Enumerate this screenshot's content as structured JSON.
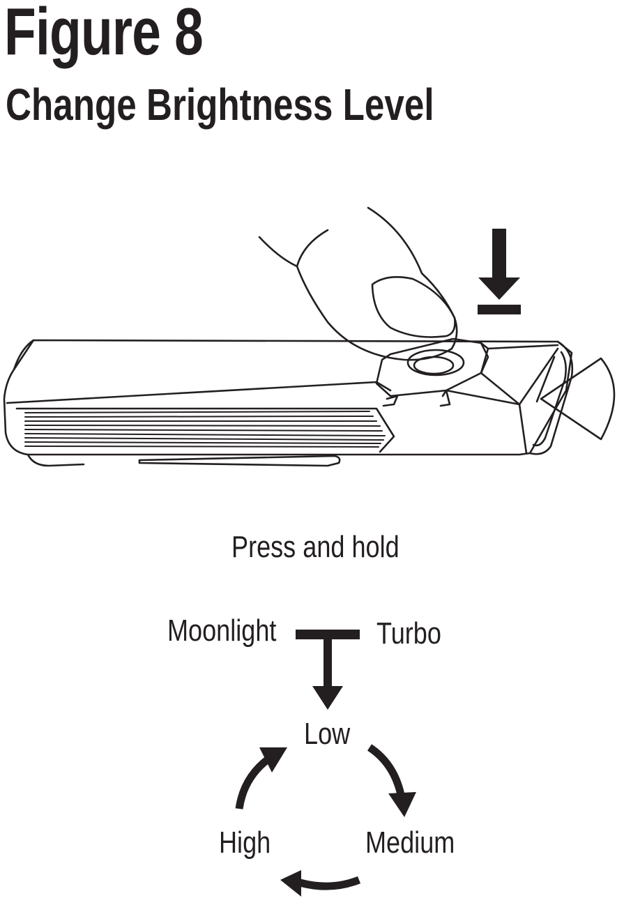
{
  "header": {
    "figure": "Figure 8",
    "subtitle": "Change Brightness Level"
  },
  "instruction": "Press and hold",
  "modes": {
    "moonlight": "Moonlight",
    "turbo": "Turbo",
    "low": "Low",
    "medium": "Medium",
    "high": "High"
  },
  "colors": {
    "ink": "#231f20",
    "background": "#ffffff"
  }
}
